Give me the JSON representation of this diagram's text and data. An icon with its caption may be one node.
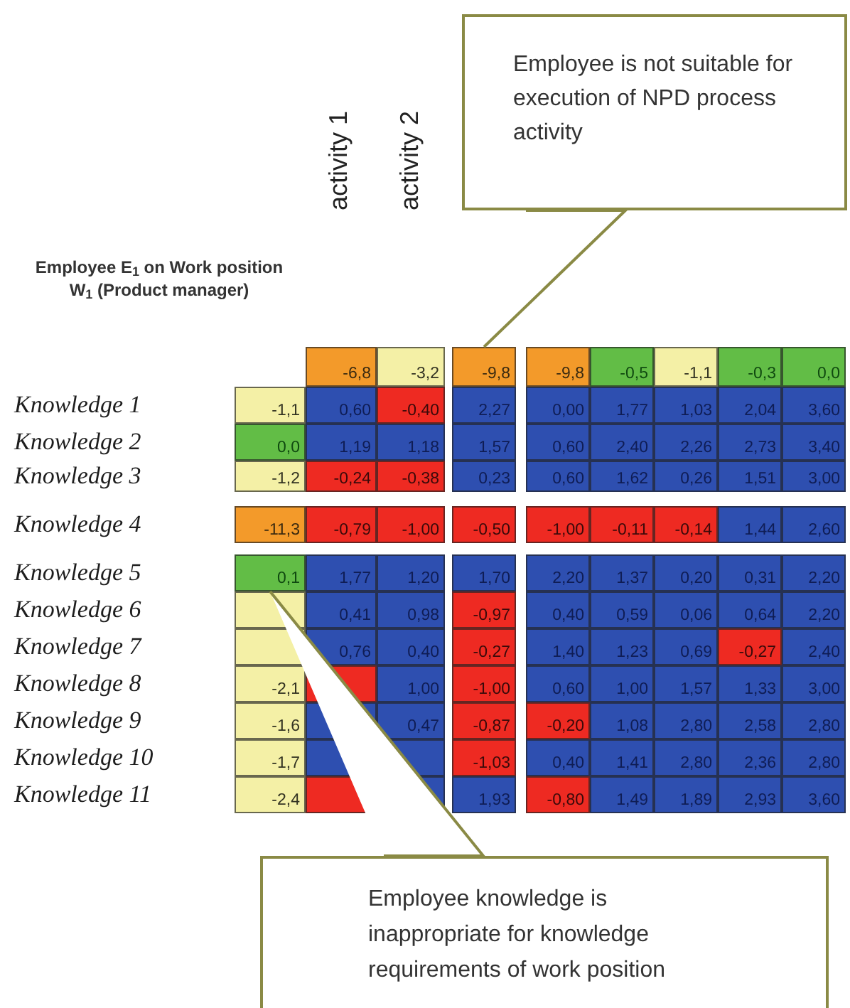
{
  "diagram": {
    "nodes": [
      {
        "text": [
          "Employee is not suitable for execution of NPD process activity"
        ]
      },
      {
        "text": [
          "-9,8"
        ]
      },
      {
        "text": [
          "Employee knowledge is inappropriate for knowledge requirements of work position"
        ]
      },
      {
        "text": [
          "0,1"
        ]
      }
    ],
    "edges": [
      {
        "from": 0,
        "to": 1,
        "arrow": "none"
      },
      {
        "from": 2,
        "to": 3,
        "arrow": "none"
      }
    ],
    "labels": [
      "activity 1",
      "activity 2",
      "Employee E$_{1}$ on Work position W$_{1}$ (Product manager)",
      "-6,8",
      "-3,2",
      "-9,8",
      "-0,5",
      "-1,1",
      "-0,3",
      "0,0",
      "Knowledge 1",
      "-1,1",
      "0,60",
      "-0,40",
      "2,27",
      "0,00",
      "1,77",
      "1,03",
      "2,04",
      "3,60",
      "Knowledge 2",
      "0,0",
      "1,19",
      "1,18",
      "1,57",
      "0,60",
      "2,40",
      "2,26",
      "2,73",
      "3,40",
      "Knowledge 3",
      "-1,2",
      "-0,24",
      "-0,38",
      "0,23",
      "0,60",
      "1,62",
      "0,26",
      "1,51",
      "3,00",
      "Knowledge 4",
      "-11,3",
      "-0,79",
      "-1,00",
      "-0,50",
      "-1,00",
      "-0,11",
      "-0,14",
      "1,44",
      "2,60",
      "Knowledge 5",
      "1,77",
      "1,20",
      "1,70",
      "2,20",
      "1,37",
      "0,20",
      "0,31",
      "2,20",
      "Knowledge 6",
      "0,41",
      "0,98",
      "-0,97",
      "0,40",
      "0,59",
      "0,06",
      "0,64",
      "2,20",
      "Knowledge 7",
      "0,76",
      "0,40",
      "-0,27",
      "1,40",
      "1,23",
      "0,69",
      "-0,27",
      "2,40",
      "Knowledge 8",
      "-2,1",
      "1,00",
      "-1,00",
      "0,60",
      "1,00",
      "1,57",
      "1,33",
      "3,00",
      "Knowledge 9",
      "-1,6",
      "0,47",
      "-0,87",
      "-0,20",
      "1,08",
      "2,80",
      "2,58",
      "2,80",
      "Knowledge 10",
      "-1,7",
      "-1,03",
      "0,40",
      "1,41",
      "2,80",
      "2,36",
      "2,80",
      "Knowledge 11",
      "-2,4",
      "1,93",
      "-0,80",
      "1,49",
      "1,89",
      "2,93",
      "3,60"
    ]
  }
}
